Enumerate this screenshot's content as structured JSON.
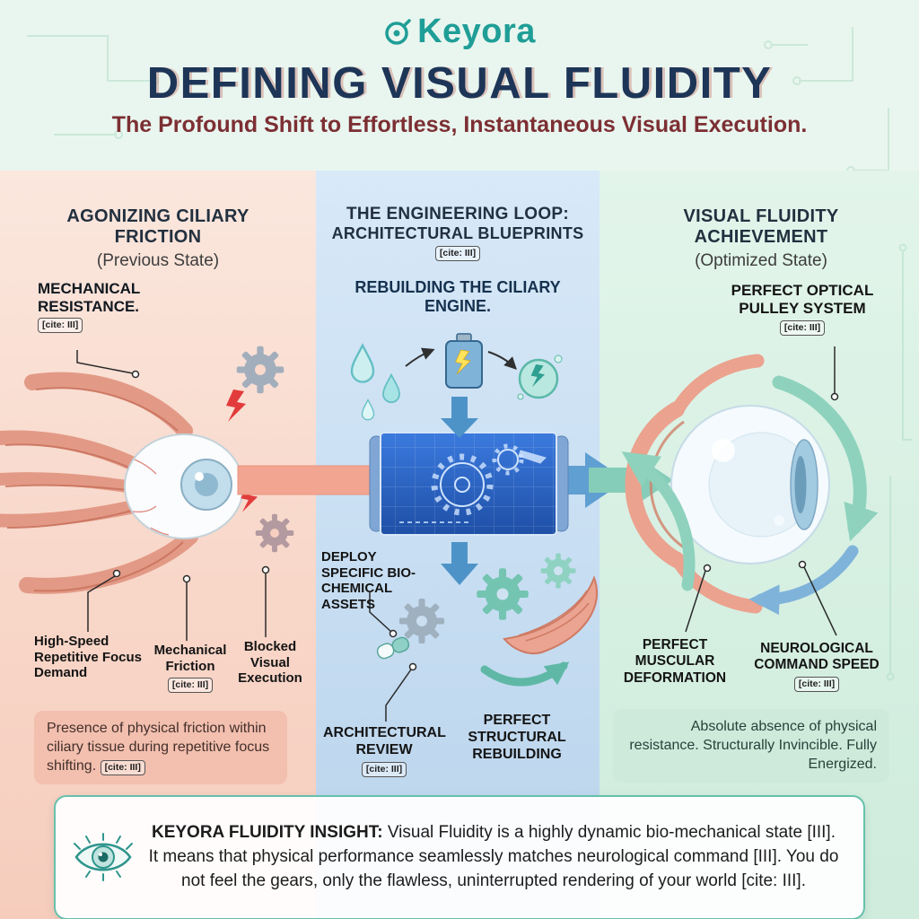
{
  "brand": {
    "name": "Keyora"
  },
  "header": {
    "title": "DEFINING VISUAL FLUIDITY",
    "subtitle": "The Profound Shift to Effortless, Instantaneous Visual Execution."
  },
  "left_panel": {
    "title": "AGONIZING CILIARY FRICTION",
    "state": "(Previous State)",
    "resistance_title": "MECHANICAL RESISTANCE.",
    "resistance_cite": "[cite: III]",
    "label_demand": "High-Speed Repetitive Focus Demand",
    "label_friction": "Mechanical Friction",
    "label_friction_cite": "[cite: III]",
    "label_blocked": "Blocked Visual Execution",
    "caption": "Presence of physical friction within ciliary tissue during repetitive focus shifting.",
    "caption_cite": "[cite: III]"
  },
  "middle_panel": {
    "title_line1": "THE ENGINEERING LOOP:",
    "title_line2": "ARCHITECTURAL BLUEPRINTS",
    "title_cite": "[cite: III]",
    "step_rebuilding": "REBUILDING THE CILIARY ENGINE.",
    "label_deploy": "DEPLOY SPECIFIC BIO-CHEMICAL ASSETS",
    "label_review": "ARCHITECTURAL REVIEW",
    "label_review_cite": "[cite: III]",
    "label_structural": "PERFECT STRUCTURAL REBUILDING"
  },
  "right_panel": {
    "title": "VISUAL FLUIDITY ACHIEVEMENT",
    "state": "(Optimized State)",
    "pulley_title": "PERFECT OPTICAL PULLEY SYSTEM",
    "pulley_cite": "[cite: III]",
    "label_muscular": "PERFECT MUSCULAR DEFORMATION",
    "label_neuro": "NEUROLOGICAL COMMAND SPEED",
    "label_neuro_cite": "[cite: III]",
    "caption": "Absolute absence of physical resistance. Structurally Invincible. Fully Energized."
  },
  "insight": {
    "label": "KEYORA FLUIDITY INSIGHT:",
    "text": "Visual Fluidity is a highly dynamic bio-mechanical state [III]. It means that physical performance seamlessly matches neurological command [III]. You do not feel the gears, only the flawless, uninterrupted rendering of your world [cite: III]."
  }
}
